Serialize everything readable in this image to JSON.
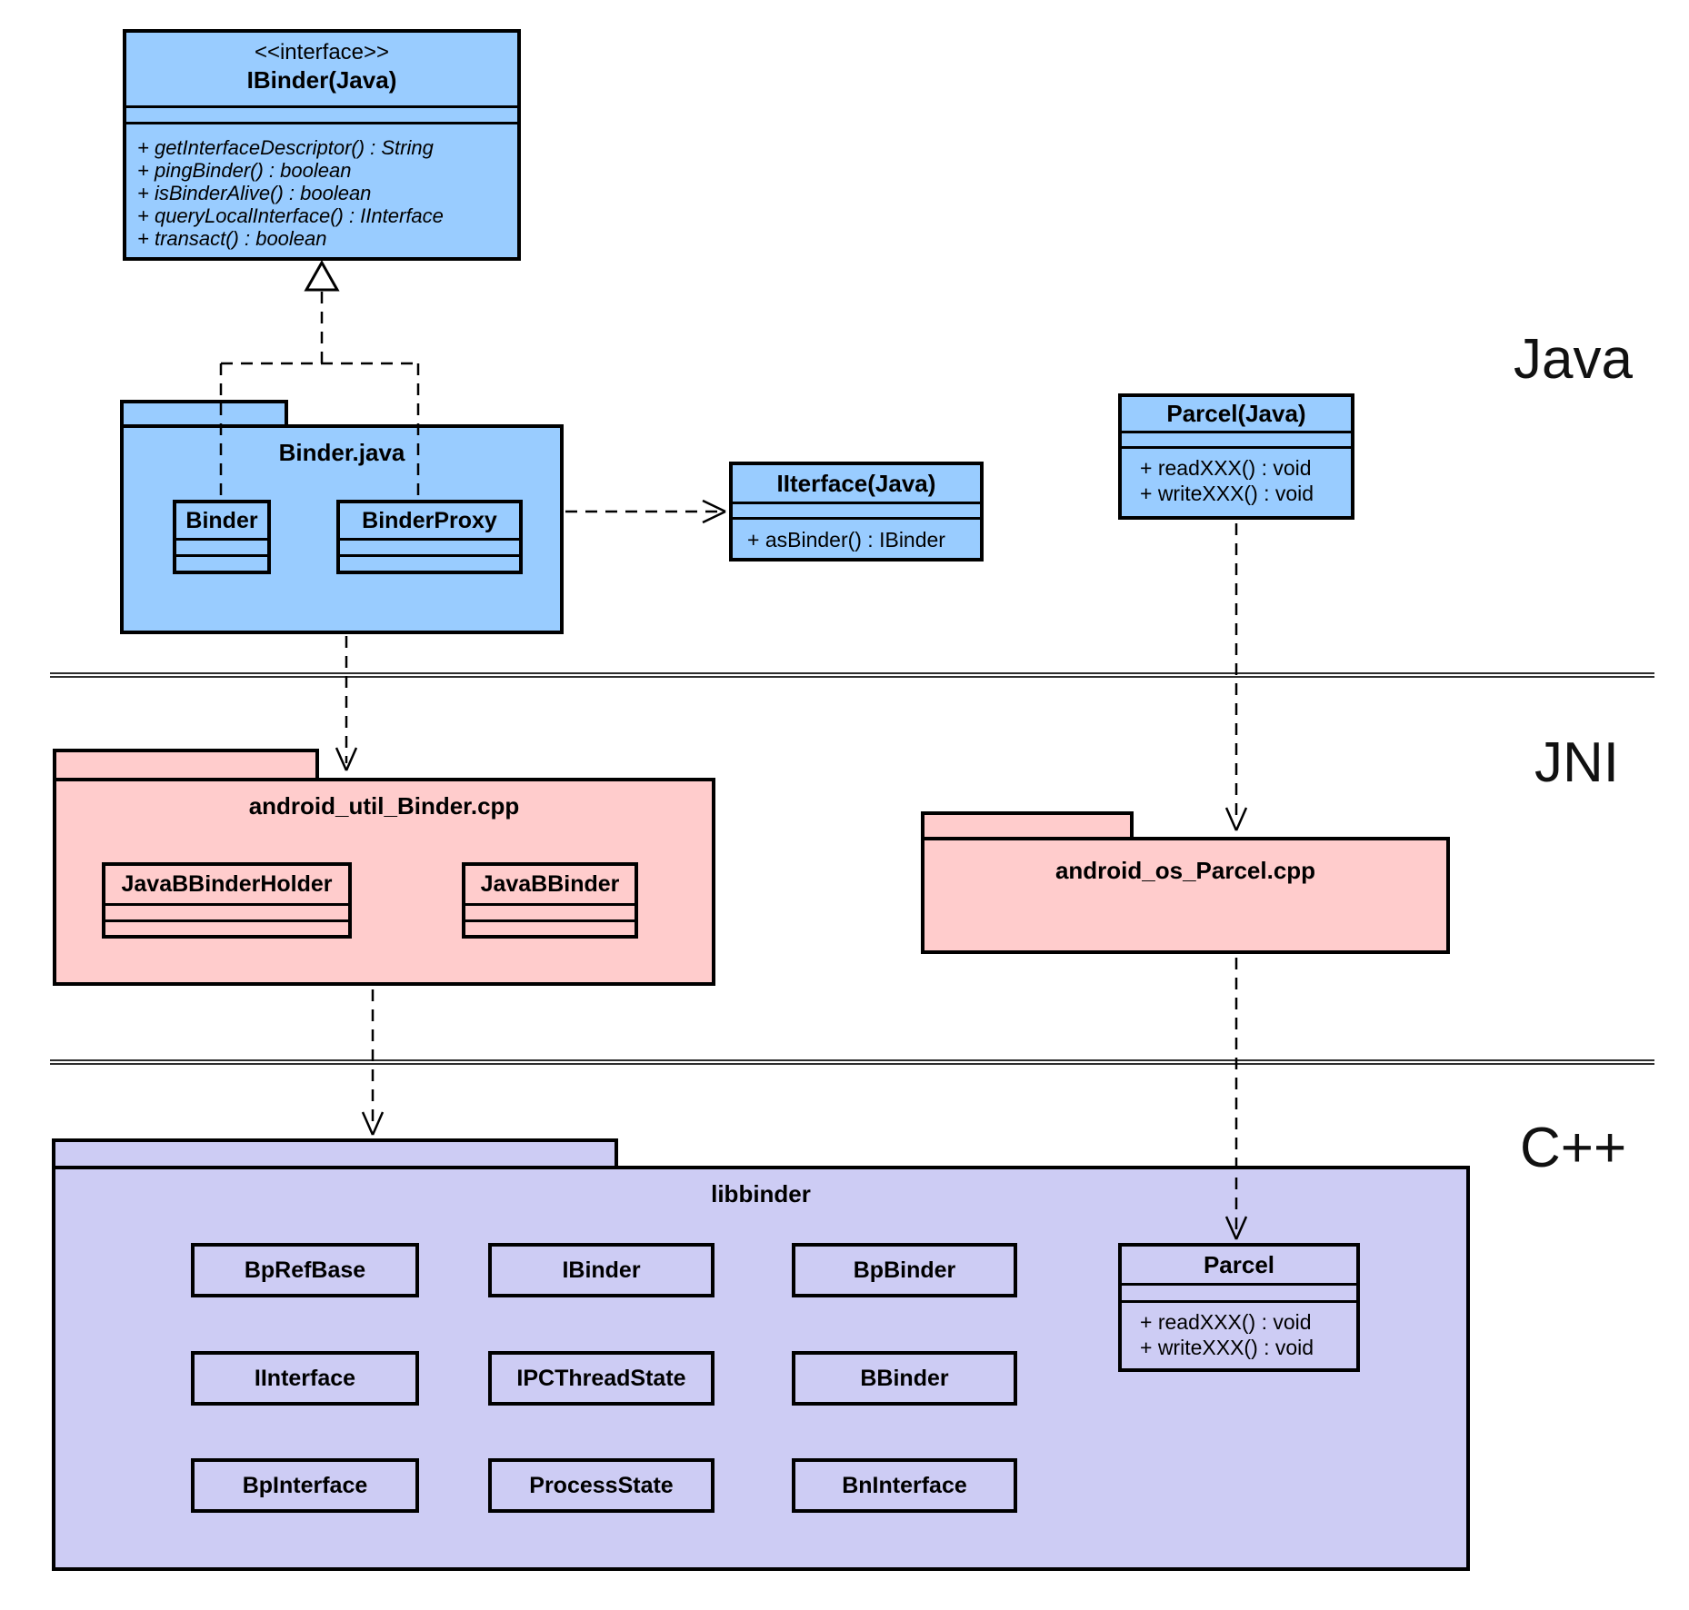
{
  "diagram": {
    "layer_labels": {
      "java": "Java",
      "jni": "JNI",
      "cpp": "C++"
    }
  },
  "java_layer": {
    "ibinder": {
      "stereotype": "<<interface>>",
      "name": "IBinder(Java)",
      "methods": [
        "+ getInterfaceDescriptor() : String",
        "+ pingBinder() : boolean",
        "+ isBinderAlive() : boolean",
        "+ queryLocalInterface() : IInterface",
        "+ transact() : boolean"
      ]
    },
    "binder_package": {
      "name": "Binder.java",
      "binder_class": "Binder",
      "binderproxy_class": "BinderProxy"
    },
    "iinterface": {
      "name": "IIterface(Java)",
      "method": "+ asBinder() : IBinder"
    },
    "parcel": {
      "name": "Parcel(Java)",
      "methods": [
        "+ readXXX() : void",
        "+ writeXXX() : void"
      ]
    }
  },
  "jni_layer": {
    "util_binder_package": {
      "name": "android_util_Binder.cpp",
      "holder_class": "JavaBBinderHolder",
      "binder_class": "JavaBBinder"
    },
    "os_parcel_package": {
      "name": "android_os_Parcel.cpp"
    }
  },
  "cpp_layer": {
    "libbinder_package": {
      "name": "libbinder",
      "classes": [
        "BpRefBase",
        "IBinder",
        "BpBinder",
        "IInterface",
        "IPCThreadState",
        "BBinder",
        "BpInterface",
        "ProcessState",
        "BnInterface"
      ],
      "parcel": {
        "name": "Parcel",
        "methods": [
          "+ readXXX() : void",
          "+ writeXXX() : void"
        ]
      }
    }
  },
  "colors": {
    "java_fill": "#99CCFF",
    "jni_fill": "#FFCCCC",
    "cpp_fill": "#CDCCF4",
    "border": "#000000"
  }
}
